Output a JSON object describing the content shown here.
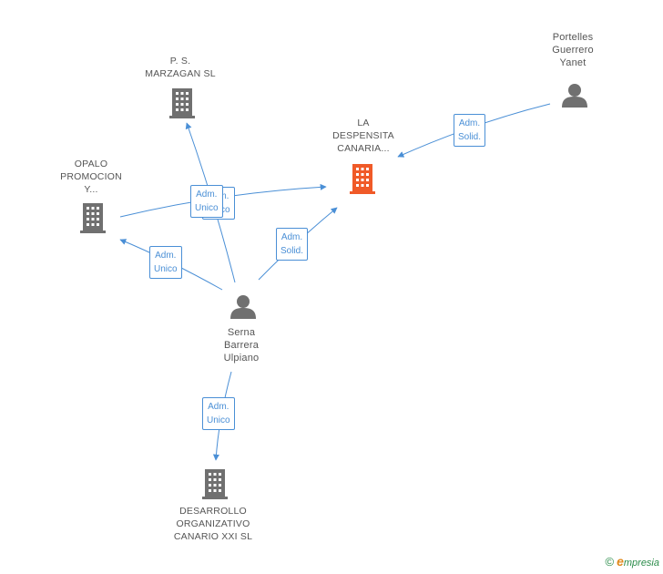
{
  "nodes": {
    "ps_marzagan": {
      "label": [
        "P. S.",
        "MARZAGAN SL"
      ],
      "type": "company"
    },
    "la_despensita": {
      "label": [
        "LA",
        "DESPENSITA",
        "CANARIA..."
      ],
      "type": "company-highlight"
    },
    "opalo": {
      "label": [
        "OPALO",
        "PROMOCION",
        "Y..."
      ],
      "type": "company"
    },
    "portelles": {
      "label": [
        "Portelles",
        "Guerrero",
        "Yanet"
      ],
      "type": "person"
    },
    "serna": {
      "label": [
        "Serna",
        "Barrera",
        "Ulpiano"
      ],
      "type": "person"
    },
    "desarrollo": {
      "label": [
        "DESARROLLO",
        "ORGANIZATIVO",
        "CANARIO XXI SL"
      ],
      "type": "company"
    }
  },
  "roles": {
    "portelles_despensita": [
      "Adm.",
      "Solid."
    ],
    "serna_marzagan": [
      "Adm.",
      "Unico"
    ],
    "serna_opalo_back": [
      "Adm.",
      "Unico"
    ],
    "serna_despensita": [
      "Adm.",
      "Solid."
    ],
    "serna_opalo": [
      "Adm.",
      "Unico"
    ],
    "serna_desarrollo": [
      "Adm.",
      "Unico"
    ]
  },
  "footer": {
    "copyright": "©",
    "brand_initial": "e",
    "brand_rest": "mpresia"
  },
  "colors": {
    "edge": "#4a8fd6",
    "company": "#707070",
    "highlight": "#f05a28",
    "person": "#707070"
  }
}
